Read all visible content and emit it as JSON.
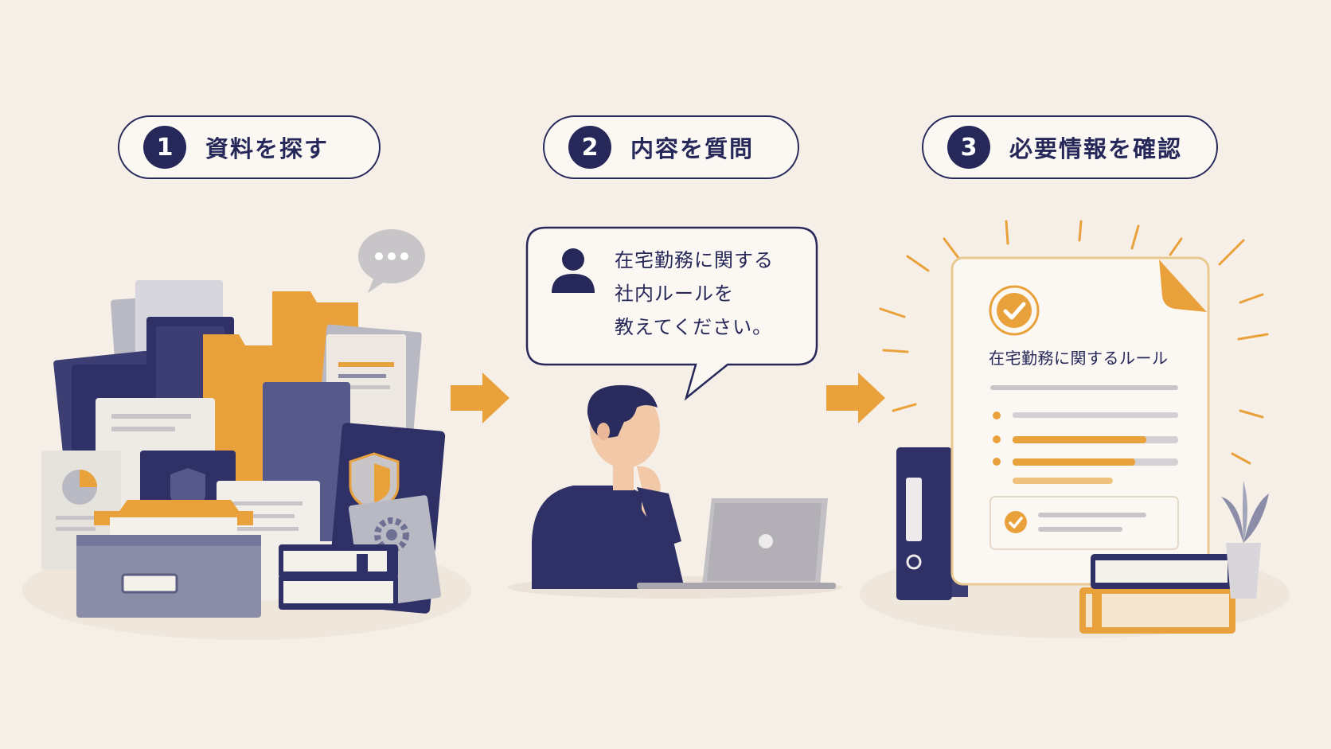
{
  "steps": [
    {
      "number": "1",
      "label": "資料を探す"
    },
    {
      "number": "2",
      "label": "内容を質問"
    },
    {
      "number": "3",
      "label": "必要情報を確認"
    }
  ],
  "question": {
    "lines": [
      "在宅勤務に関する",
      "社内ルールを",
      "教えてください。"
    ]
  },
  "result_document": {
    "title": "在宅勤務に関するルール"
  },
  "colors": {
    "background": "#f6efe7",
    "navy": "#26285a",
    "orange": "#e9a23b",
    "gray": "#b9b9c4"
  },
  "icons": [
    "folder-icon",
    "chat-bubble-icon",
    "user-icon",
    "laptop-icon",
    "check-icon",
    "arrow-right-icon",
    "binder-icon",
    "book-icon",
    "plant-icon",
    "gear-icon",
    "shield-icon"
  ]
}
